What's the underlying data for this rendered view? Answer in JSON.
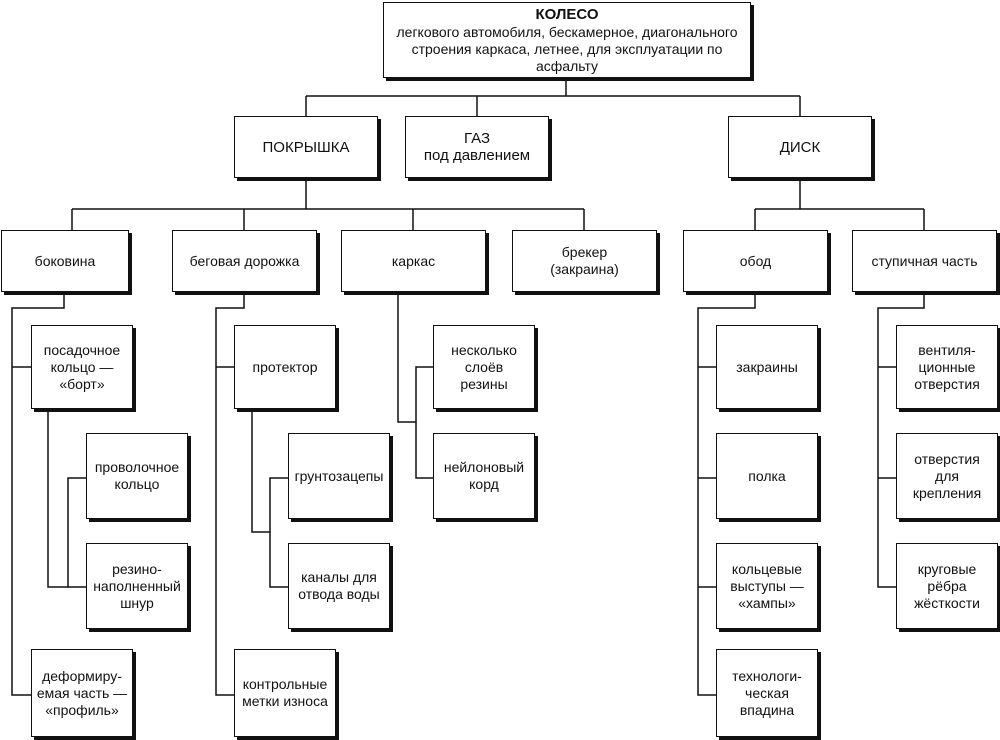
{
  "root": {
    "title": "КОЛЕСО",
    "subtitle": "легкового автомобиля, бескамерное, диагонального\nстроения каркаса, летнее, для эксплуатации по асфальту"
  },
  "level1": {
    "tire": "ПОКРЫШКА",
    "gas": "ГАЗ\nпод давлением",
    "disk": "ДИСК"
  },
  "level2": {
    "sidewall": "боковина",
    "tread": "беговая дорожка",
    "frame": "каркас",
    "breaker": "брекер\n(закраина)",
    "rim": "обод",
    "hub": "ступичная часть"
  },
  "sidewall_parts": {
    "bead": "посадочное\nкольцо —\n«борт»",
    "wire_ring": "проволочное\nкольцо",
    "filler_cord": "резино-\nнаполненный\nшнур",
    "profile": "деформиру-\nемая часть —\n«профиль»"
  },
  "tread_parts": {
    "protector": "протектор",
    "lugs": "грунтозацепы",
    "channels": "каналы для\nотвода воды",
    "wear_marks": "контрольные\nметки износа"
  },
  "frame_parts": {
    "layers": "несколько\nслоёв\nрезины",
    "nylon": "нейлоновый\nкорд"
  },
  "rim_parts": {
    "flanges": "закраины",
    "shelf": "полка",
    "humps": "кольцевые\nвыступы —\n«хампы»",
    "recess": "технологи-\nческая\nвпадина"
  },
  "hub_parts": {
    "valve_holes": "вентиля-\nционные\nотверстия",
    "mount_holes": "отверстия\nдля крепления",
    "ribs": "круговые\nрёбра\nжёсткости"
  }
}
